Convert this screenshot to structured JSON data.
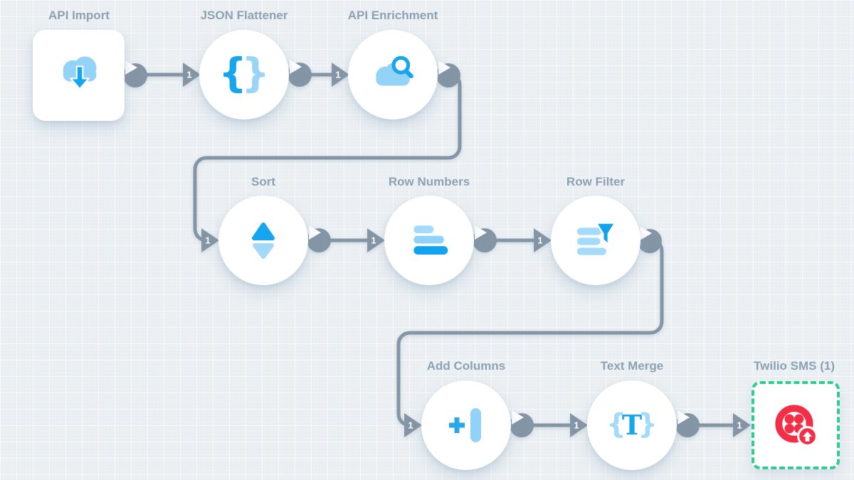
{
  "app": {
    "view": "workflow-canvas"
  },
  "nodes": [
    {
      "id": "api-import",
      "label": "API Import",
      "icon": "cloud-download-icon"
    },
    {
      "id": "json-flattener",
      "label": "JSON Flattener",
      "icon": "curly-braces-icon",
      "glyph_left": "{",
      "glyph_right": "}"
    },
    {
      "id": "api-enrichment",
      "label": "API Enrichment",
      "icon": "cloud-search-icon"
    },
    {
      "id": "sort",
      "label": "Sort",
      "icon": "sort-triangles-icon"
    },
    {
      "id": "row-numbers",
      "label": "Row Numbers",
      "icon": "stacked-bars-icon"
    },
    {
      "id": "row-filter",
      "label": "Row Filter",
      "icon": "filter-bars-icon"
    },
    {
      "id": "add-columns",
      "label": "Add Columns",
      "icon": "plus-column-icon"
    },
    {
      "id": "text-merge",
      "label": "Text Merge",
      "icon": "braces-text-icon",
      "glyph_left": "{",
      "letter": "T",
      "glyph_right": "}"
    },
    {
      "id": "twilio-sms",
      "label": "Twilio SMS (1)",
      "icon": "twilio-icon",
      "selected": true
    }
  ],
  "edges": [
    {
      "from": "API Import",
      "to": "JSON Flattener",
      "label": "1"
    },
    {
      "from": "JSON Flattener",
      "to": "API Enrichment",
      "label": "1"
    },
    {
      "from": "API Enrichment",
      "to": "Sort",
      "label": "1"
    },
    {
      "from": "Sort",
      "to": "Row Numbers",
      "label": "1"
    },
    {
      "from": "Row Numbers",
      "to": "Row Filter",
      "label": "1"
    },
    {
      "from": "Row Filter",
      "to": "Add Columns",
      "label": "1"
    },
    {
      "from": "Add Columns",
      "to": "Text Merge",
      "label": "1"
    },
    {
      "from": "Text Merge",
      "to": "Twilio SMS (1)",
      "label": "1"
    }
  ],
  "colors": {
    "background": "#E9EEF2",
    "connector": "#8495A5",
    "label_text": "#8CA2B2",
    "node_background": "#FFFFFF",
    "icon_blue": "#16A6EF",
    "icon_blue_light": "#93D3F8",
    "twilio_red": "#F22F46",
    "selection_green": "#2FCE8F"
  }
}
